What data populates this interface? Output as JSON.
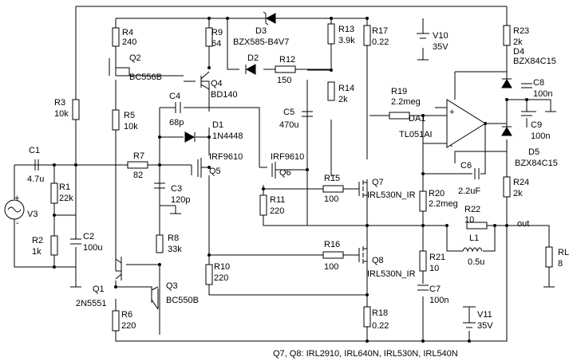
{
  "components": {
    "r1": {
      "name": "R1",
      "value": "22k"
    },
    "r2": {
      "name": "R2",
      "value": "1k"
    },
    "r3": {
      "name": "R3",
      "value": "10k"
    },
    "r4": {
      "name": "R4",
      "value": "240"
    },
    "r5": {
      "name": "R5",
      "value": "10k"
    },
    "r6": {
      "name": "R6",
      "value": "220"
    },
    "r7": {
      "name": "R7",
      "value": "82"
    },
    "r8": {
      "name": "R8",
      "value": "33k"
    },
    "r9": {
      "name": "R9",
      "value": "64"
    },
    "r10": {
      "name": "R10",
      "value": "220"
    },
    "r11": {
      "name": "R11",
      "value": "220"
    },
    "r12": {
      "name": "R12",
      "value": "150"
    },
    "r13": {
      "name": "R13",
      "value": "3.9k"
    },
    "r14": {
      "name": "R14",
      "value": "2k"
    },
    "r15": {
      "name": "R15",
      "value": "100"
    },
    "r16": {
      "name": "R16",
      "value": "100"
    },
    "r17": {
      "name": "R17",
      "value": "0.22"
    },
    "r18": {
      "name": "R18",
      "value": "0.22"
    },
    "r19": {
      "name": "R19",
      "value": "2.2meg"
    },
    "r20": {
      "name": "R20",
      "value": "2.2meg"
    },
    "r21": {
      "name": "R21",
      "value": "10"
    },
    "r22": {
      "name": "R22",
      "value": "10"
    },
    "r23": {
      "name": "R23",
      "value": "2k"
    },
    "r24": {
      "name": "R24",
      "value": "2k"
    },
    "rl": {
      "name": "RL",
      "value": "8"
    },
    "c1": {
      "name": "C1",
      "value": "4.7u"
    },
    "c2": {
      "name": "C2",
      "value": "100u"
    },
    "c3": {
      "name": "C3",
      "value": "120p"
    },
    "c4": {
      "name": "C4",
      "value": "68p"
    },
    "c5": {
      "name": "C5",
      "value": "470u"
    },
    "c6": {
      "name": "C6",
      "value": "2.2uF"
    },
    "c7": {
      "name": "C7",
      "value": "100n"
    },
    "c8": {
      "name": "C8",
      "value": "100n"
    },
    "c9": {
      "name": "C9",
      "value": "100n"
    },
    "l1": {
      "name": "L1",
      "value": "0.5u"
    },
    "d1": {
      "name": "D1",
      "value": "1N4448"
    },
    "d2": {
      "name": "D2"
    },
    "d3": {
      "name": "D3",
      "value": "BZX585-B4V7"
    },
    "d4": {
      "name": "D4",
      "value": "BZX84C15"
    },
    "d5": {
      "name": "D5",
      "value": "BZX84C15"
    },
    "q1": {
      "name": "Q1",
      "value": "2N5551"
    },
    "q2": {
      "name": "Q2",
      "value": "BC556B"
    },
    "q3": {
      "name": "Q3",
      "value": "BC550B"
    },
    "q4": {
      "name": "Q4",
      "value": "BD140"
    },
    "q5": {
      "name": "Q5",
      "value": "IRF9610"
    },
    "q6": {
      "name": "Q6",
      "value": "IRF9610"
    },
    "q7": {
      "name": "Q7",
      "value": "IRL530N_IR"
    },
    "q8": {
      "name": "Q8",
      "value": "IRL530N_IR"
    },
    "da1": {
      "name": "DA1",
      "value": "TL051AI"
    },
    "v3": {
      "name": "V3"
    },
    "v10": {
      "name": "V10",
      "value": "35V"
    },
    "v11": {
      "name": "V11",
      "value": "35V"
    }
  },
  "labels": {
    "out": "out",
    "note": "Q7, Q8: IRL2910, IRL640N, IRL530N, IRL540N",
    "plus": "+",
    "minus": "-"
  }
}
